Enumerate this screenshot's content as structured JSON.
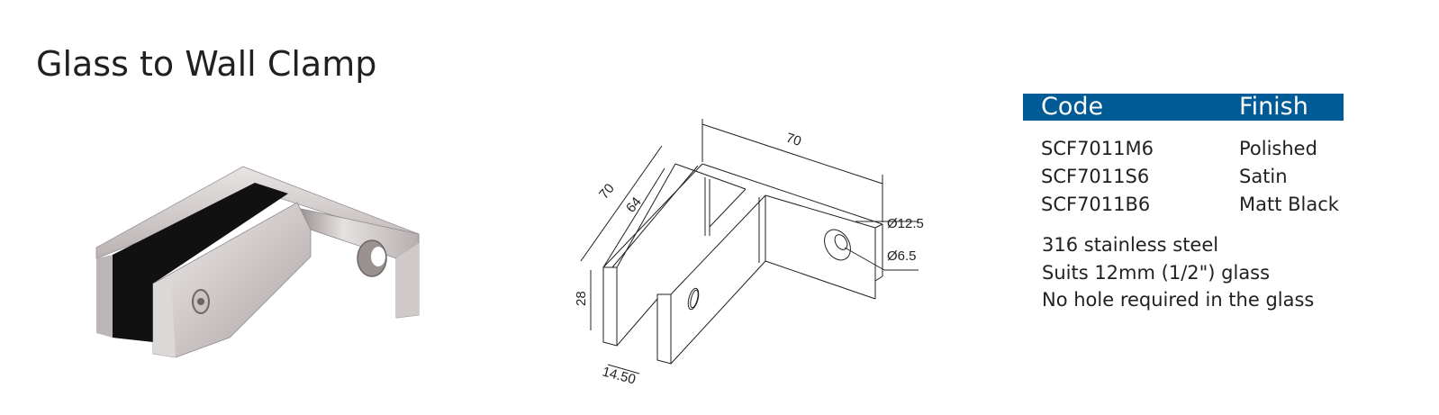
{
  "page": {
    "title": "Glass to Wall Clamp"
  },
  "product_photo": {
    "description": "Polished stainless steel glass-to-wall clamp with black rubber gasket"
  },
  "technical_drawing": {
    "dimensions": {
      "overall_length": "70",
      "depth": "70",
      "inner_depth": "64",
      "height": "28",
      "gap": "14.50",
      "countersink_diameter": "Ø12.5",
      "hole_diameter": "Ø6.5"
    }
  },
  "spec_table": {
    "header_color": "#005b96",
    "headers": {
      "code": "Code",
      "finish": "Finish"
    },
    "rows": [
      {
        "code": "SCF7011M6",
        "finish": "Polished"
      },
      {
        "code": "SCF7011S6",
        "finish": "Satin"
      },
      {
        "code": "SCF7011B6",
        "finish": "Matt Black"
      }
    ],
    "notes": [
      "316 stainless steel",
      "Suits 12mm (1/2\") glass",
      "No hole required in the glass"
    ]
  }
}
